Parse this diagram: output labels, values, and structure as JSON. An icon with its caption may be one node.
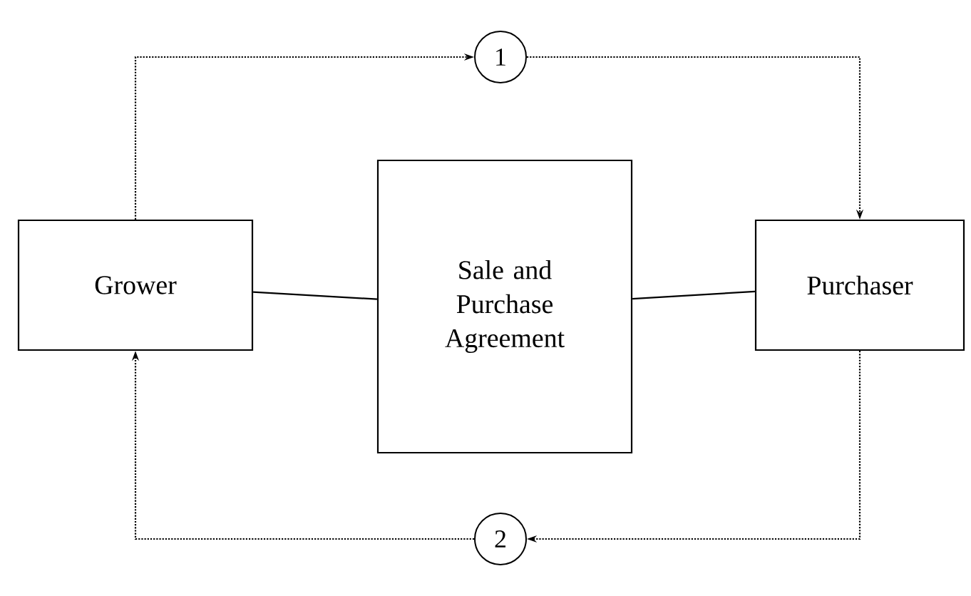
{
  "diagram": {
    "nodes": [
      {
        "text": [
          "1"
        ]
      },
      {
        "text": [
          "Grower"
        ]
      },
      {
        "text": [
          "Sale and Purchase Agreement"
        ]
      },
      {
        "text": [
          "Purchaser"
        ]
      },
      {
        "text": [
          "2"
        ]
      }
    ],
    "edges": [
      {
        "from": 1,
        "to": 0,
        "arrow": "to",
        "style": "dashed"
      },
      {
        "from": 0,
        "to": 3,
        "arrow": "to",
        "style": "dashed"
      },
      {
        "from": 3,
        "to": 4,
        "arrow": "to",
        "style": "dashed"
      },
      {
        "from": 4,
        "to": 1,
        "arrow": "to",
        "style": "dashed"
      },
      {
        "from": 1,
        "to": 2,
        "arrow": "none"
      },
      {
        "from": 2,
        "to": 3,
        "arrow": "none"
      }
    ]
  }
}
